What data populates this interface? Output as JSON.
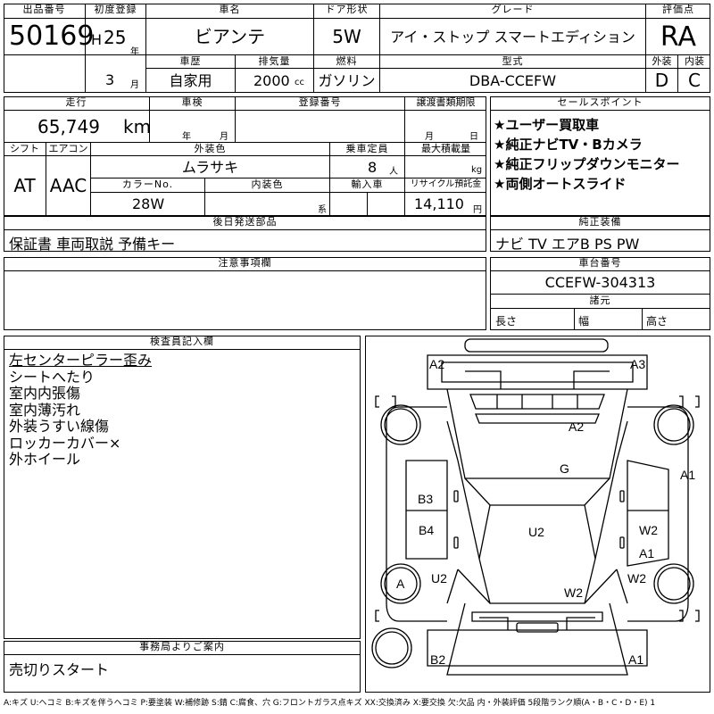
{
  "headers": {
    "lot": "出品番号",
    "first_reg": "初度登録",
    "car_name": "車名",
    "door": "ドア形状",
    "grade": "グレード",
    "score": "評価点",
    "history": "車歴",
    "displacement": "排気量",
    "fuel": "燃料",
    "model": "型式",
    "exterior": "外装",
    "interior": "内装",
    "mileage": "走行",
    "inspection": "車検",
    "reg_no": "登録番号",
    "transfer": "譲渡書類期限",
    "sales_points": "セールスポイント",
    "shift": "シフト",
    "aircon": "エアコン",
    "ext_color": "外装色",
    "capacity": "乗車定員",
    "max_load": "最大積載量",
    "color_no": "カラーNo.",
    "int_color": "内装色",
    "import": "輸入車",
    "recycle": "リサイクル預託金",
    "accessories": "後日発送部品",
    "equipment": "純正装備",
    "notes": "注意事項欄",
    "chassis": "車台番号",
    "specs": "諸元",
    "inspector": "検査員記入欄",
    "office": "事務局よりご案内"
  },
  "lot": {
    "number": "50169"
  },
  "first_reg": {
    "era": "H",
    "year": "25",
    "year_unit": "年",
    "month": "3",
    "month_unit": "月"
  },
  "car": {
    "name": "ビアンテ",
    "door": "5W",
    "grade": "アイ・ストップ スマートエディション"
  },
  "score": {
    "overall": "RA",
    "exterior": "D",
    "interior": "C"
  },
  "history": "自家用",
  "displacement": {
    "value": "2000",
    "unit": "cc"
  },
  "fuel": "ガソリン",
  "model": "DBA-CCEFW",
  "mileage": {
    "value": "65,749",
    "unit": "km"
  },
  "inspection": {
    "year_unit": "年",
    "month_unit": "月"
  },
  "transfer": {
    "month_unit": "月",
    "day_unit": "日"
  },
  "sales_points": [
    "★ユーザー買取車",
    "★純正ナビTV・Bカメラ",
    "★純正フリップダウンモニター",
    "★両側オートスライド"
  ],
  "shift": "AT",
  "aircon": "AAC",
  "ext_color": "ムラサキ",
  "capacity": {
    "value": "8",
    "unit": "人"
  },
  "max_load": {
    "unit": "kg"
  },
  "color_no": "28W",
  "int_color": {
    "unit": "系"
  },
  "recycle": {
    "value": "14,110",
    "unit": "円"
  },
  "accessories": "保証書 車両取説 予備キー",
  "equipment": "ナビ TV エアB PS PW",
  "chassis": "CCEFW-304313",
  "specs": {
    "length": "長さ",
    "width": "幅",
    "height": "高さ"
  },
  "inspector_notes": [
    "左センターピラー歪み",
    "シートへたり",
    "室内内張傷",
    "室内薄汚れ",
    "外装うすい線傷",
    "ロッカーカバー×",
    "外ホイール"
  ],
  "office": "売切りスタート",
  "diagram": {
    "labels": [
      "A2",
      "A3",
      "A2",
      "G",
      "A1",
      "B3",
      "B4",
      "U2",
      "W2",
      "A1",
      "U2",
      "W2",
      "A",
      "W2",
      "B2",
      "A1"
    ]
  },
  "legend": "A:キズ U:ヘコミ B:キズを伴うヘコミ P:要塗装 W:補修跡 S:錆 C:腐食、穴 G:フロントガラス点キズ XX:交換済み X:要交換 欠:欠品 内・外装評価 5段階ランク順(A・B・C・D・E) 1"
}
